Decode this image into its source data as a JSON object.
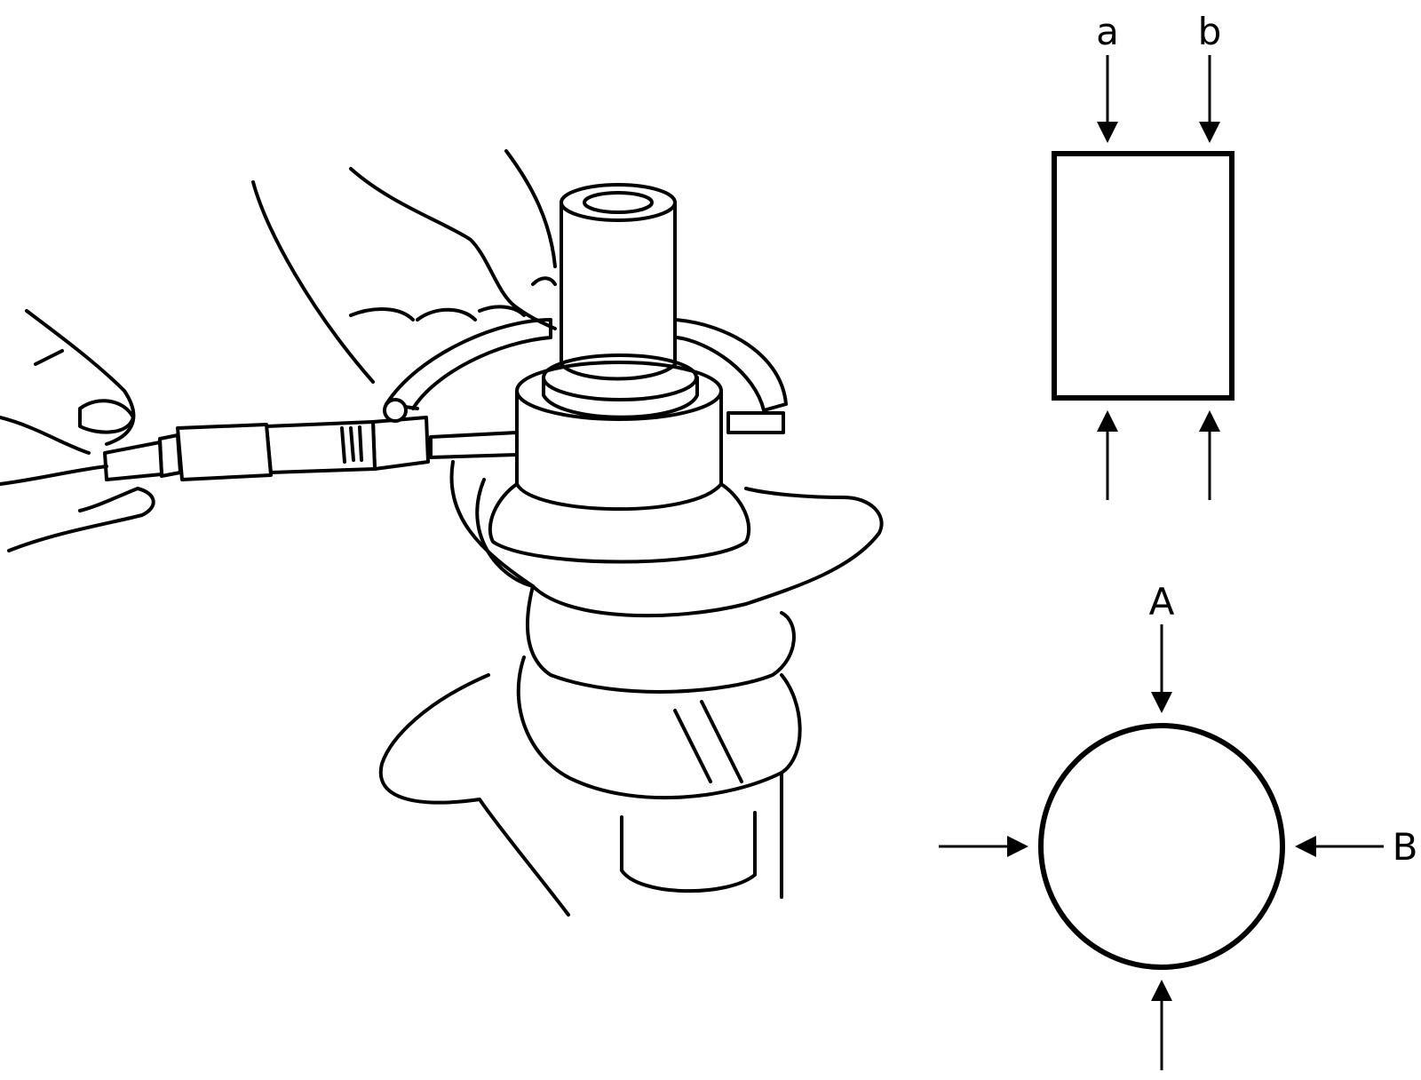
{
  "labels": {
    "position_a": "a",
    "position_b": "b",
    "direction_A": "A",
    "direction_B": "B"
  },
  "colors": {
    "line": "#000000",
    "background": "#ffffff"
  }
}
